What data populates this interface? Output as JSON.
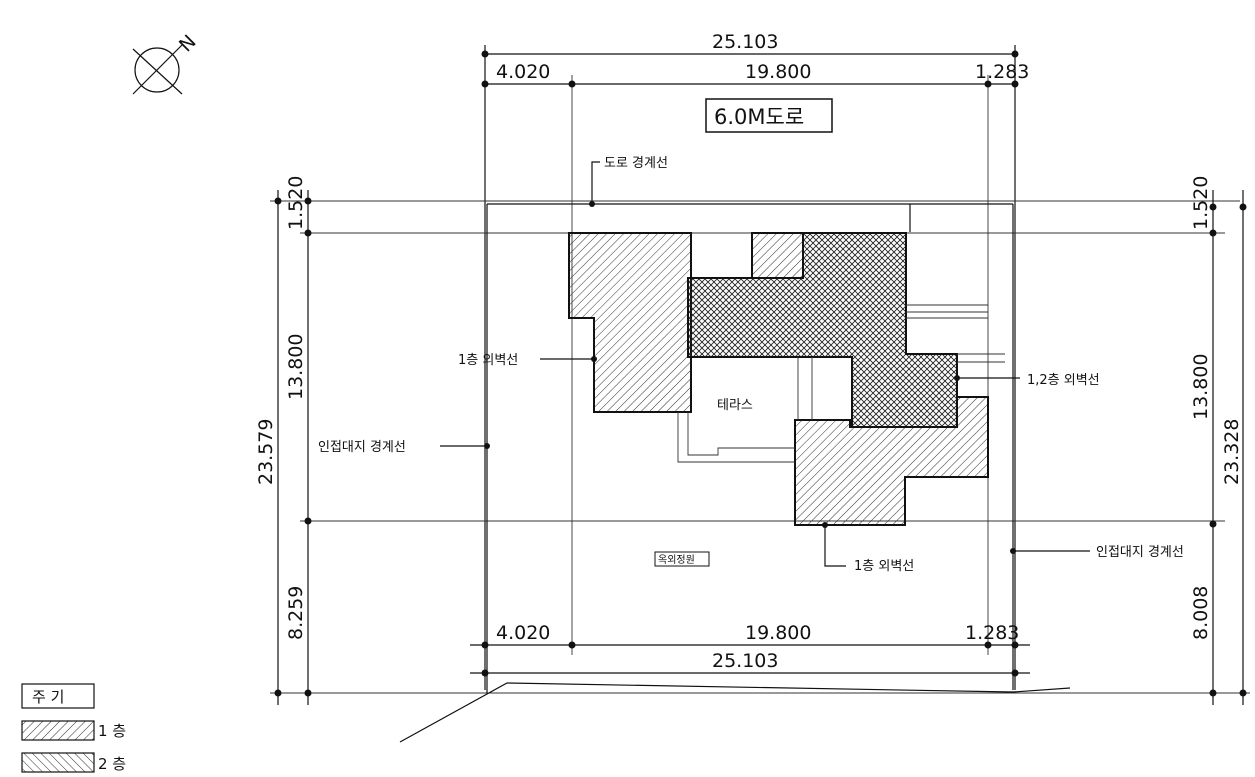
{
  "dimensions": {
    "top_total": "25.103",
    "top_left": "4.020",
    "top_mid": "19.800",
    "top_right": "1.283",
    "bottom_left": "4.020",
    "bottom_mid": "19.800",
    "bottom_right": "1.283",
    "bottom_total": "25.103",
    "left_total": "23.579",
    "left_top": "1.520",
    "left_mid": "13.800",
    "left_bottom": "8.259",
    "right_total": "23.328",
    "right_top": "1.520",
    "right_mid": "13.800",
    "right_bottom": "8.008"
  },
  "labels": {
    "road": "6.0M도로",
    "road_boundary": "도로 경계선",
    "first_floor_wall_left": "1층 외벽선",
    "wall_12": "1,2층 외벽선",
    "terrace": "테라스",
    "adjacent_left": "인접대지 경계선",
    "adjacent_right": "인접대지 경계선",
    "first_floor_wall_bottom": "1층 외벽선",
    "outdoor_garden": "옥외정원"
  },
  "legend": {
    "title": "주 기",
    "items": [
      {
        "label": "1 층",
        "pattern": "single-hatch"
      },
      {
        "label": "2 층",
        "pattern": "cross-hatch"
      }
    ]
  },
  "north_arrow": {
    "letter": "N"
  },
  "colors": {
    "ink": "#111111",
    "paper": "#ffffff"
  }
}
